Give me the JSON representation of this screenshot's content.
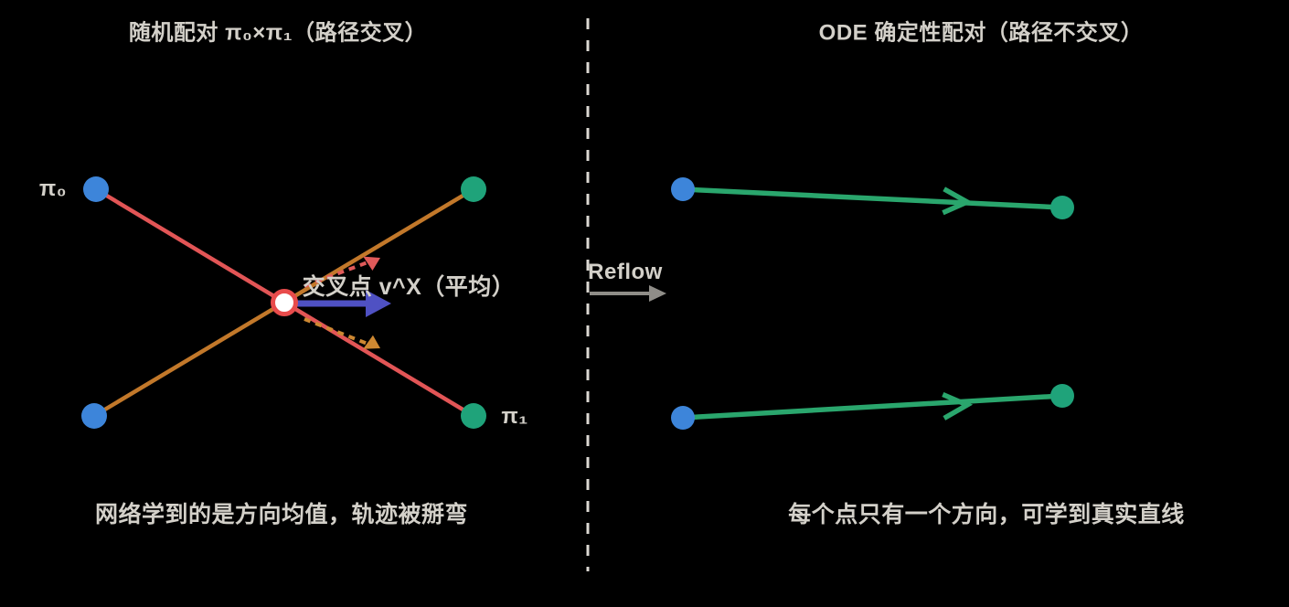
{
  "left_panel": {
    "title": "随机配对 π₀×π₁（路径交叉）",
    "pi0_label": "π₀",
    "pi1_label": "π₁",
    "cross_label": "交叉点 v^X（平均）",
    "caption": "网络学到的是方向均值，轨迹被掰弯"
  },
  "divider": {
    "reflow_label": "Reflow"
  },
  "right_panel": {
    "title": "ODE 确定性配对（路径不交叉）",
    "caption": "每个点只有一个方向，可学到真实直线"
  },
  "colors": {
    "background": "#000000",
    "text": "#d3d0c9",
    "blue_dot": "#3d85da",
    "green_dot": "#1fa37a",
    "green_arrow": "#2aa66d",
    "red_line": "#e25556",
    "orange_line": "#c2782a",
    "dashed_red_arrow": "#e05a5a",
    "dashed_orange_arrow": "#cd8832",
    "average_arrow": "#4f51c3",
    "cross_ring": "#e84b4b",
    "cross_fill": "#ffffff",
    "divider_line": "#dcd9d3",
    "reflow_arrow": "#8f8d88"
  }
}
